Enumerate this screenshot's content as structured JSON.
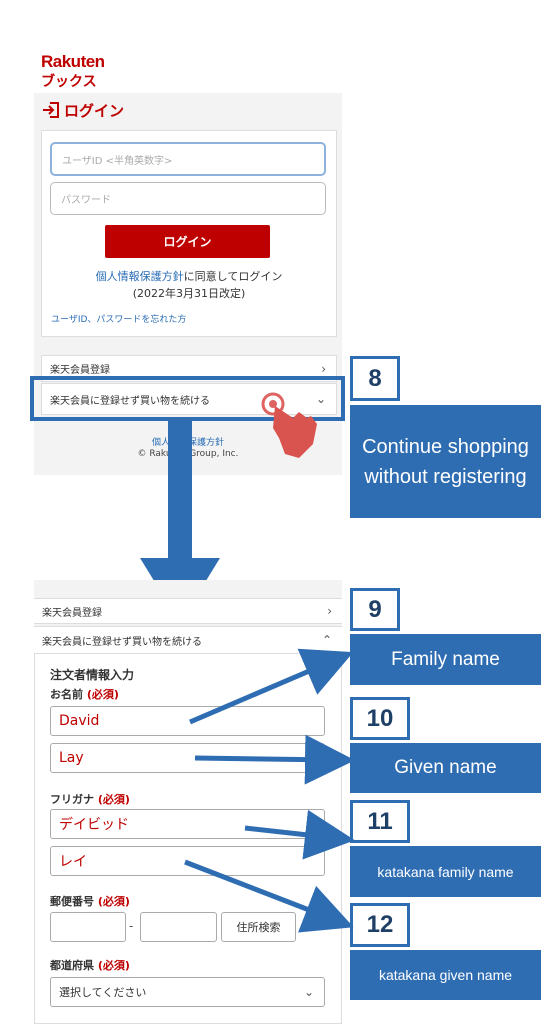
{
  "logo": {
    "line1": "Rakuten",
    "line2": "ブックス"
  },
  "login": {
    "title": "ログイン",
    "user_id_placeholder": "ユーザID <半角英数字>",
    "password_placeholder": "パスワード",
    "button": "ログイン",
    "privacy_link": "個人情報保護方針",
    "privacy_suffix": "に同意してログイン",
    "revised": "(2022年3月31日改定)",
    "forgot": "ユーザID、パスワードを忘れた方"
  },
  "options": {
    "register": "楽天会員登録",
    "guest": "楽天会員に登録せず買い物を続ける"
  },
  "footer": {
    "privacy": "個人情報保護方針",
    "copyright": "© Rakuten Group, Inc."
  },
  "annotations": {
    "step8": {
      "number": "8",
      "label": "Continue shopping without registering"
    },
    "step9": {
      "number": "9",
      "label": "Family name"
    },
    "step10": {
      "number": "10",
      "label": "Given name"
    },
    "step11": {
      "number": "11",
      "label": "katakana family name"
    },
    "step12": {
      "number": "12",
      "label": "katakana given name"
    }
  },
  "form": {
    "section_title": "注文者情報入力",
    "name_label": "お名前",
    "required": "(必須)",
    "family_name": "David",
    "given_name": "Lay",
    "furigana_label": "フリガナ",
    "kana_family": "デイビッド",
    "kana_given": "レイ",
    "postal_label": "郵便番号",
    "postal_sep": "-",
    "address_search": "住所検索",
    "prefecture_label": "都道府県",
    "prefecture_placeholder": "選択してください"
  },
  "colors": {
    "brand_red": "#bf0000",
    "annotation_blue": "#2f6db3",
    "link_blue": "#2a6db5"
  },
  "icons": [
    "login-icon",
    "chevron-right-icon",
    "chevron-down-icon",
    "chevron-up-icon",
    "tap-hand-icon",
    "down-arrow-icon"
  ]
}
